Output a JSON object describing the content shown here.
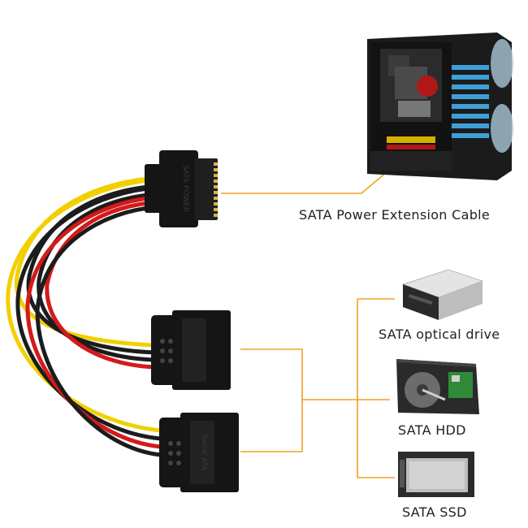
{
  "labels": {
    "extension_cable": "SATA Power Extension Cable",
    "optical_drive": "SATA optical drive",
    "hdd": "SATA HDD",
    "ssd": "SATA SSD"
  },
  "connector_text": {
    "male": "SATA POWER",
    "female_bottom": "Serial ATA"
  },
  "colors": {
    "leader_line": "#f0a020",
    "wire_yellow": "#f2d000",
    "wire_red": "#d41a1a",
    "wire_black": "#1c1c1c",
    "connector": "#151515",
    "pins": "#d9b24a"
  }
}
